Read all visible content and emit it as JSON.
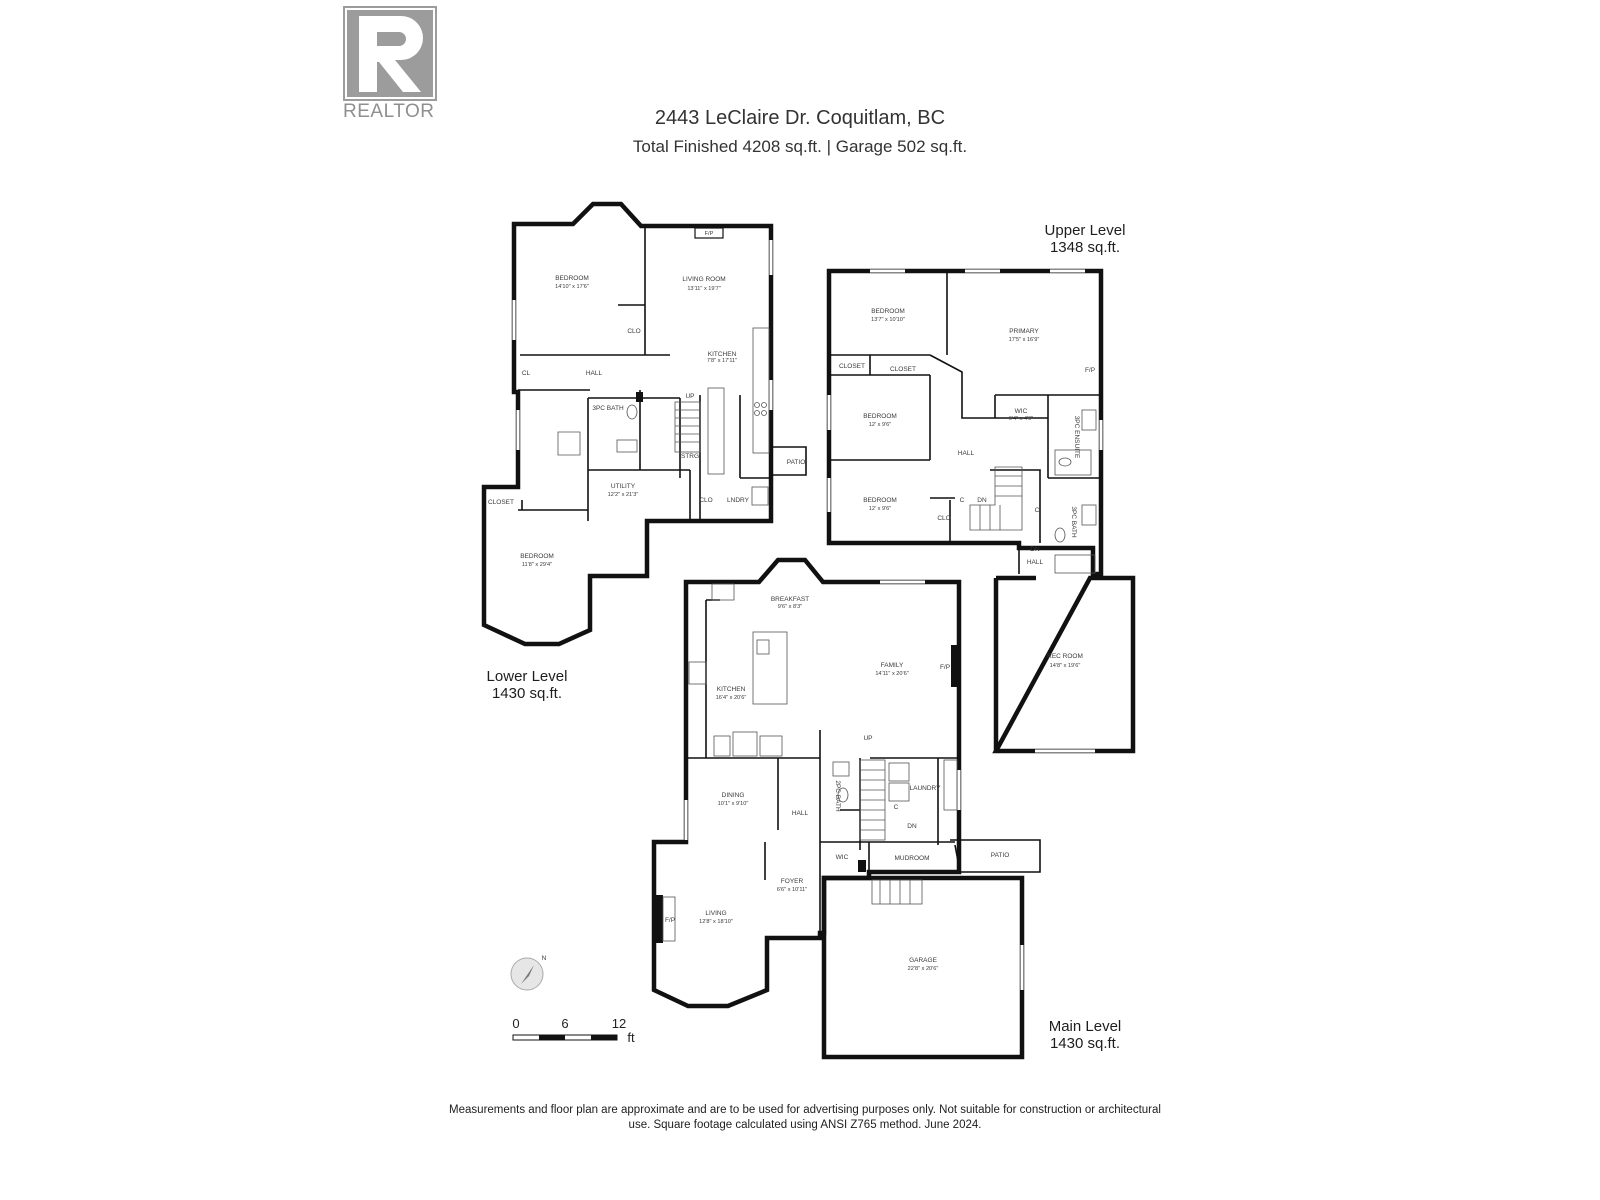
{
  "brand": {
    "name": "REALTOR"
  },
  "header": {
    "address": "2443 LeClaire Dr. Coquitlam, BC",
    "totals": "Total Finished   4208 sq.ft.  |  Garage  502 sq.ft."
  },
  "levels": {
    "upper": {
      "name": "Upper Level",
      "area": "1348 sq.ft."
    },
    "lower": {
      "name": "Lower Level",
      "area": "1430 sq.ft."
    },
    "main": {
      "name": "Main Level",
      "area": "1430 sq.ft."
    }
  },
  "lower_rooms": {
    "bedroom1": {
      "name": "BEDROOM",
      "dims": "14'10\" x 17'6\""
    },
    "living": {
      "name": "LIVING ROOM",
      "dims": "13'11\" x 19'7\""
    },
    "kitchen": {
      "name": "KITCHEN",
      "dims": "7'8\" x 17'11\""
    },
    "clo1": "CLO",
    "cl": "CL",
    "hall": "HALL",
    "bath": "3PC BATH",
    "up": "UP",
    "strg": "STRG",
    "patio": "PATIO",
    "utility": {
      "name": "UTILITY",
      "dims": "12'2\" x 21'3\""
    },
    "clo2": "CLO",
    "laundry": "LNDRY",
    "closet": "CLOSET",
    "bedroom2": {
      "name": "BEDROOM",
      "dims": "11'8\" x 29'4\""
    },
    "fp": "F/P"
  },
  "upper_rooms": {
    "bedroom1": {
      "name": "BEDROOM",
      "dims": "13'7\" x 10'10\""
    },
    "primary": {
      "name": "PRIMARY",
      "dims": "17'5\" x 16'9\""
    },
    "closet1": "CLOSET",
    "closet2": "CLOSET",
    "fp": "F/P",
    "wic": {
      "name": "WIC",
      "dims": "6'4\" x 4'9\""
    },
    "ensuite": "3PC ENSUITE",
    "bedroom2": {
      "name": "BEDROOM",
      "dims": "12' x 9'6\""
    },
    "hall": "HALL",
    "bedroom3": {
      "name": "BEDROOM",
      "dims": "12' x 9'6\""
    },
    "c1": "C",
    "dn": "DN",
    "clo": "CLO",
    "c2": "C",
    "bath": "3PC BATH",
    "dn2": "DN",
    "hall2": "HALL"
  },
  "main_rooms": {
    "breakfast": {
      "name": "BREAKFAST",
      "dims": "9'6\" x 8'3\""
    },
    "family": {
      "name": "FAMILY",
      "dims": "14'11\" x 20'6\""
    },
    "fp": "F/P",
    "kitchen": {
      "name": "KITCHEN",
      "dims": "16'4\" x 20'6\""
    },
    "rec": {
      "name": "REC ROOM",
      "dims": "14'8\" x 19'6\""
    },
    "up": "UP",
    "dining": {
      "name": "DINING",
      "dims": "10'1\" x 9'10\""
    },
    "hall": "HALL",
    "bath": "2PC BATH",
    "laundry": "LAUNDRY",
    "c": "C",
    "dn": "DN",
    "wic": "WIC",
    "mudroom": "MUDROOM",
    "patio": "PATIO",
    "foyer": {
      "name": "FOYER",
      "dims": "6'6\" x 10'11\""
    },
    "living": {
      "name": "LIVING",
      "dims": "12'8\" x 18'10\""
    },
    "fp2": "F/P",
    "garage": {
      "name": "GARAGE",
      "dims": "22'8\" x 20'6\""
    }
  },
  "scale": {
    "ticks": [
      "0",
      "6",
      "12"
    ],
    "unit": "ft"
  },
  "compass": {
    "north": "N"
  },
  "footer": {
    "line1": "Measurements and floor plan are approximate and are to be used for advertising purposes only. Not suitable for construction or architectural",
    "line2": "use. Square footage calculated using ANSI Z765 method. June 2024."
  }
}
